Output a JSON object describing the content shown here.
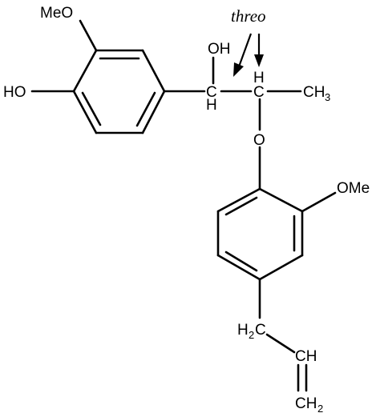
{
  "molecule": {
    "labels": {
      "meo_top": "MeO",
      "ho_left": "HO",
      "oh_top": "OH",
      "h_c1_top": "H",
      "c1": "C",
      "h_c1_bottom": "H",
      "c2": "C",
      "ch3_main": "CH",
      "ch3_sub": "3",
      "o_ether": "O",
      "ome_right": "OMe",
      "ch2_main": "H",
      "ch2_sub": "2",
      "ch2_c": "C",
      "ch_vinyl": "CH",
      "ch2_end_main": "CH",
      "ch2_end_sub": "2"
    },
    "annotation": "threo",
    "colors": {
      "ink": "#000000",
      "background": "#ffffff"
    }
  }
}
